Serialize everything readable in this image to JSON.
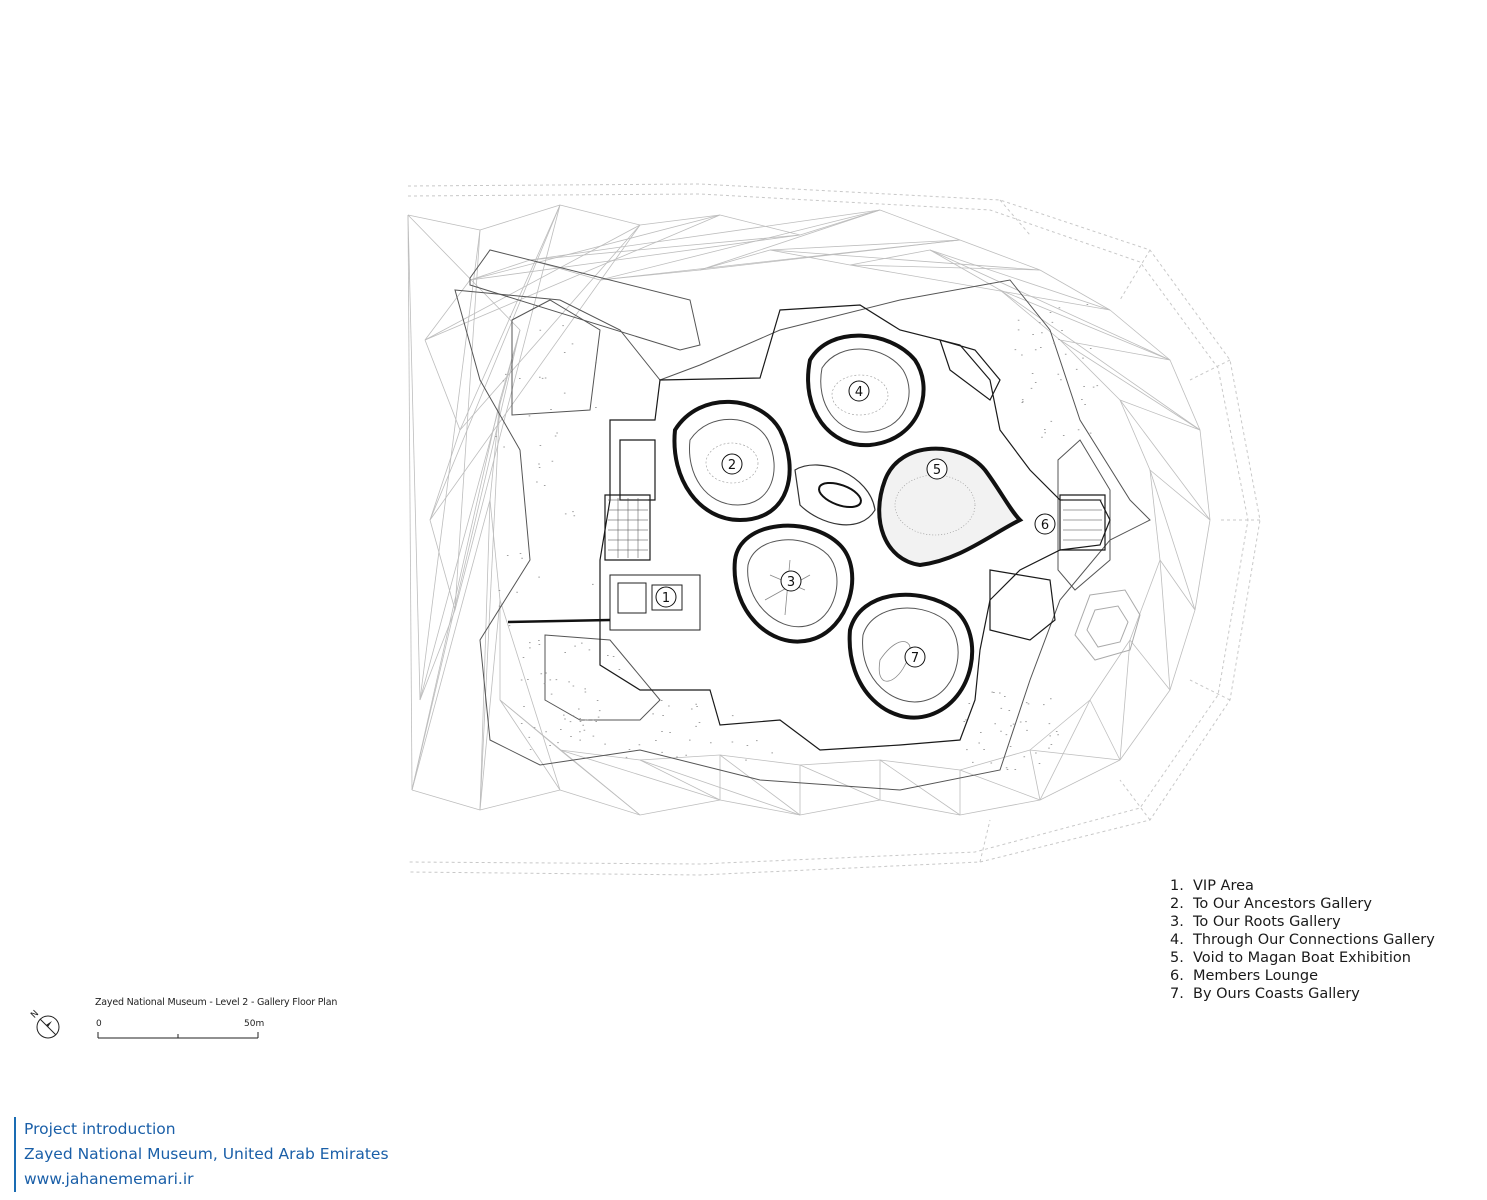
{
  "legend": [
    {
      "num": "1.",
      "label": "VIP Area"
    },
    {
      "num": "2.",
      "label": "To Our Ancestors Gallery"
    },
    {
      "num": "3.",
      "label": "To Our Roots Gallery"
    },
    {
      "num": "4.",
      "label": "Through Our Connections Gallery"
    },
    {
      "num": "5.",
      "label": "Void to Magan Boat Exhibition"
    },
    {
      "num": "6.",
      "label": "Members Lounge"
    },
    {
      "num": "7.",
      "label": "By Ours Coasts Gallery"
    }
  ],
  "plan_title": "Zayed National Museum - Level 2 - Gallery Floor Plan",
  "north_label": "N",
  "scale": {
    "start": "0",
    "end": "50m"
  },
  "room_markers": [
    "1",
    "2",
    "3",
    "4",
    "5",
    "6",
    "7"
  ],
  "footer": {
    "line1": "Project introduction",
    "line2": "Zayed National Museum, United Arab Emirates",
    "line3": "www.jahanememari.ir"
  },
  "colors": {
    "linework": "#1a1a1a",
    "mesh": "#bdbdbd",
    "footer_text": "#1a5fa8",
    "footer_bar": "#1a6cb3"
  }
}
